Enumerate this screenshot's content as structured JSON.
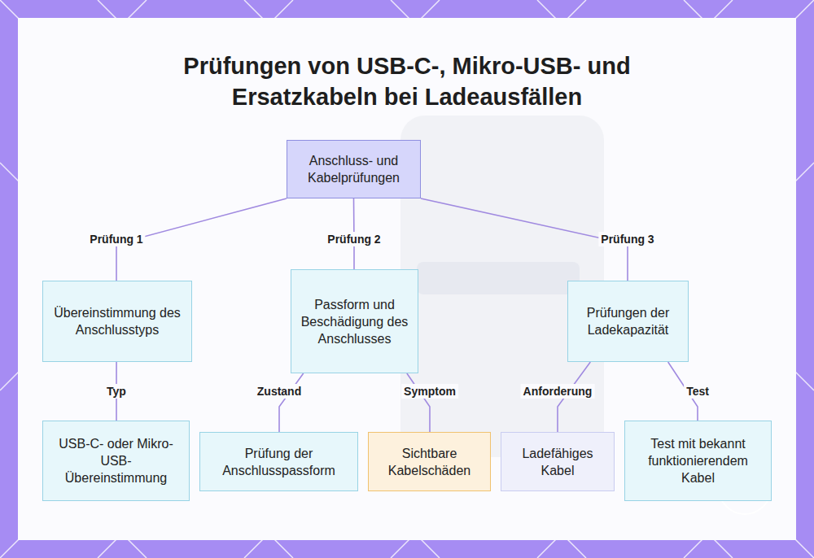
{
  "diagram": {
    "title": "Prüfungen von USB-C-, Mikro-USB- und Ersatzkabeln bei Ladeausfällen",
    "nodes": [
      {
        "text": [
          "Anschluss- und Kabelprüfungen"
        ]
      },
      {
        "text": [
          "Übereinstimmung des Anschlusstyps"
        ]
      },
      {
        "text": [
          "Passform und Beschädigung des Anschlusses"
        ]
      },
      {
        "text": [
          "Prüfungen der Ladekapazität"
        ]
      },
      {
        "text": [
          "USB-C- oder Mikro-USB-Übereinstimmung"
        ]
      },
      {
        "text": [
          "Prüfung der Anschlusspassform"
        ]
      },
      {
        "text": [
          "Sichtbare Kabelschäden"
        ]
      },
      {
        "text": [
          "Ladefähiges Kabel"
        ]
      },
      {
        "text": [
          "Test mit bekannt funktionierendem Kabel"
        ]
      }
    ],
    "edges": [
      {
        "from": 0,
        "to": 1,
        "label": "Prüfung 1",
        "arrow": "none"
      },
      {
        "from": 0,
        "to": 2,
        "label": "Prüfung 2",
        "arrow": "none"
      },
      {
        "from": 0,
        "to": 3,
        "label": "Prüfung 3",
        "arrow": "none"
      },
      {
        "from": 1,
        "to": 4,
        "label": "Typ",
        "arrow": "none"
      },
      {
        "from": 2,
        "to": 5,
        "label": "Zustand",
        "arrow": "none"
      },
      {
        "from": 2,
        "to": 6,
        "label": "Symptom",
        "arrow": "none"
      },
      {
        "from": 3,
        "to": 7,
        "label": "Anforderung",
        "arrow": "none"
      },
      {
        "from": 3,
        "to": 8,
        "label": "Test",
        "arrow": "none"
      }
    ]
  }
}
